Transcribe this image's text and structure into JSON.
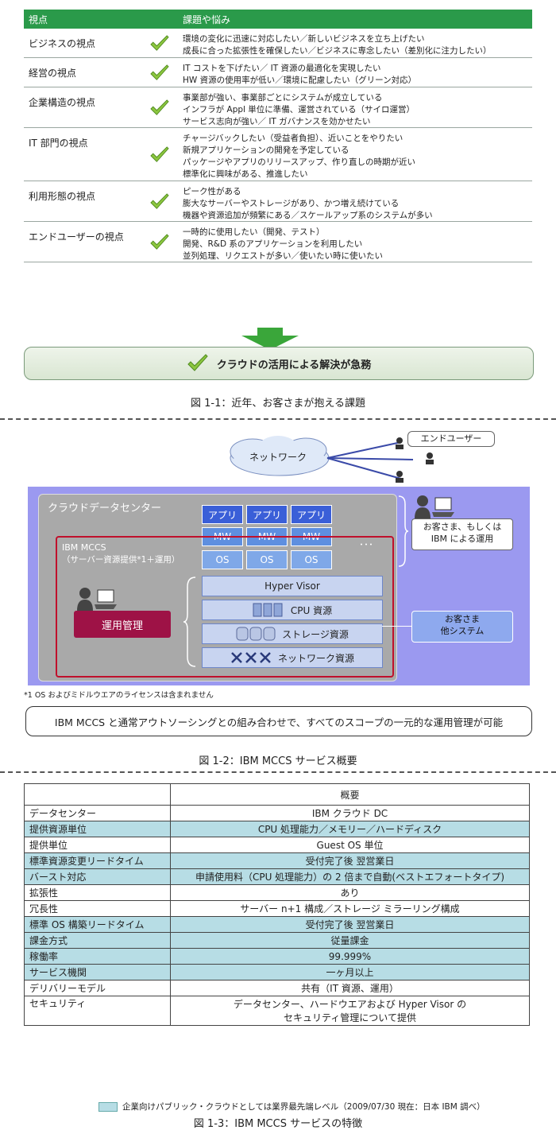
{
  "fig1": {
    "header": {
      "col1": "視点",
      "col2": "課題や悩み"
    },
    "rows": [
      {
        "label": "ビジネスの視点",
        "lines": [
          "環境の変化に迅速に対応したい／新しいビジネスを立ち上げたい",
          "成長に合った拡張性を確保したい／ビジネスに専念したい（差別化に注力したい）"
        ]
      },
      {
        "label": "経営の視点",
        "lines": [
          "IT コストを下げたい／ IT 資源の最適化を実現したい",
          "HW 資源の使用率が低い／環境に配慮したい（グリーン対応）"
        ]
      },
      {
        "label": "企業構造の視点",
        "lines": [
          "事業部が強い、事業部ごとにシステムが成立している",
          "インフラが Appl 単位に準備、運営されている（サイロ運営）",
          "サービス志向が強い／ IT ガバナンスを効かせたい"
        ]
      },
      {
        "label": "IT 部門の視点",
        "lines": [
          "チャージバックしたい（受益者負担）、近いことをやりたい",
          "新規アプリケーションの開発を予定している",
          "パッケージやアプリのリリースアップ、作り直しの時期が近い",
          "標準化に興味がある、推進したい"
        ]
      },
      {
        "label": "利用形態の視点",
        "lines": [
          "ピーク性がある",
          "膨大なサーバーやストレージがあり、かつ増え続けている",
          "機器や資源追加が頻繁にある／スケールアップ系のシステムが多い"
        ]
      },
      {
        "label": "エンドユーザーの視点",
        "lines": [
          "一時的に使用したい（開発、テスト）",
          "開発、R&D 系のアプリケーションを利用したい",
          "並列処理、リクエストが多い／使いたい時に使いたい"
        ]
      }
    ],
    "result": "クラウドの活用による解決が急務",
    "caption": "図 1-1：近年、お客さまが抱える課題"
  },
  "fig2": {
    "enduser": "エンドユーザー",
    "network": "ネットワーク",
    "datacenter": "クラウドデータセンター",
    "mccs_title": "IBM MCCS",
    "mccs_sub": "（サーバー資源提供*1＋運用）",
    "app": "アプリ",
    "mw": "MW",
    "os": "OS",
    "dots": "･･･",
    "hypervisor": "Hyper Visor",
    "cpu": "CPU 資源",
    "storage": "ストレージ資源",
    "net_res": "ネットワーク資源",
    "ops": "運用管理",
    "customer_ops_1": "お客さま、もしくは",
    "customer_ops_2": "IBM による運用",
    "other_1": "お客さま",
    "other_2": "他システム",
    "note": "*1 OS およびミドルウエアのライセンスは含まれません",
    "summary": "IBM MCCS と通常アウトソーシングとの組み合わせで、すべてのスコープの一元的な運用管理が可能",
    "caption": "図 1-2：IBM MCCS サービス概要"
  },
  "fig3": {
    "header": "概要",
    "rows": [
      {
        "item": "データセンター",
        "value": "IBM クラウド DC",
        "hl": false
      },
      {
        "item": "提供資源単位",
        "value": "CPU 処理能力／メモリー／ハードディスク",
        "hl": true
      },
      {
        "item": "提供単位",
        "value": "Guest OS 単位",
        "hl": false
      },
      {
        "item": "標準資源変更リードタイム",
        "value": "受付完了後 翌営業日",
        "hl": true
      },
      {
        "item": "バースト対応",
        "value": "申請使用料（CPU 処理能力）の 2 倍まで自動(ベストエフォートタイプ)",
        "hl": true
      },
      {
        "item": "拡張性",
        "value": "あり",
        "hl": false
      },
      {
        "item": "冗長性",
        "value": "サーバー n+1 構成／ストレージ ミラーリング構成",
        "hl": false
      },
      {
        "item": "標準 OS 構築リードタイム",
        "value": "受付完了後 翌営業日",
        "hl": true
      },
      {
        "item": "課金方式",
        "value": "従量課金",
        "hl": true
      },
      {
        "item": "稼働率",
        "value": "99.999%",
        "hl": true
      },
      {
        "item": "サービス機関",
        "value": "一ヶ月以上",
        "hl": true
      },
      {
        "item": "デリバリーモデル",
        "value": "共有（IT 資源、運用）",
        "hl": false
      },
      {
        "item": "セキュリティ",
        "value": "データセンター、ハードウエアおよび Hyper Visor の",
        "value2": "セキュリティ管理について提供",
        "hl": false
      }
    ],
    "legend": "企業向けパブリック・クラウドとしては業界最先端レベル（2009/07/30 現在：日本 IBM 調べ）",
    "caption": "図 1-3：IBM MCCS サービスの特徴"
  }
}
